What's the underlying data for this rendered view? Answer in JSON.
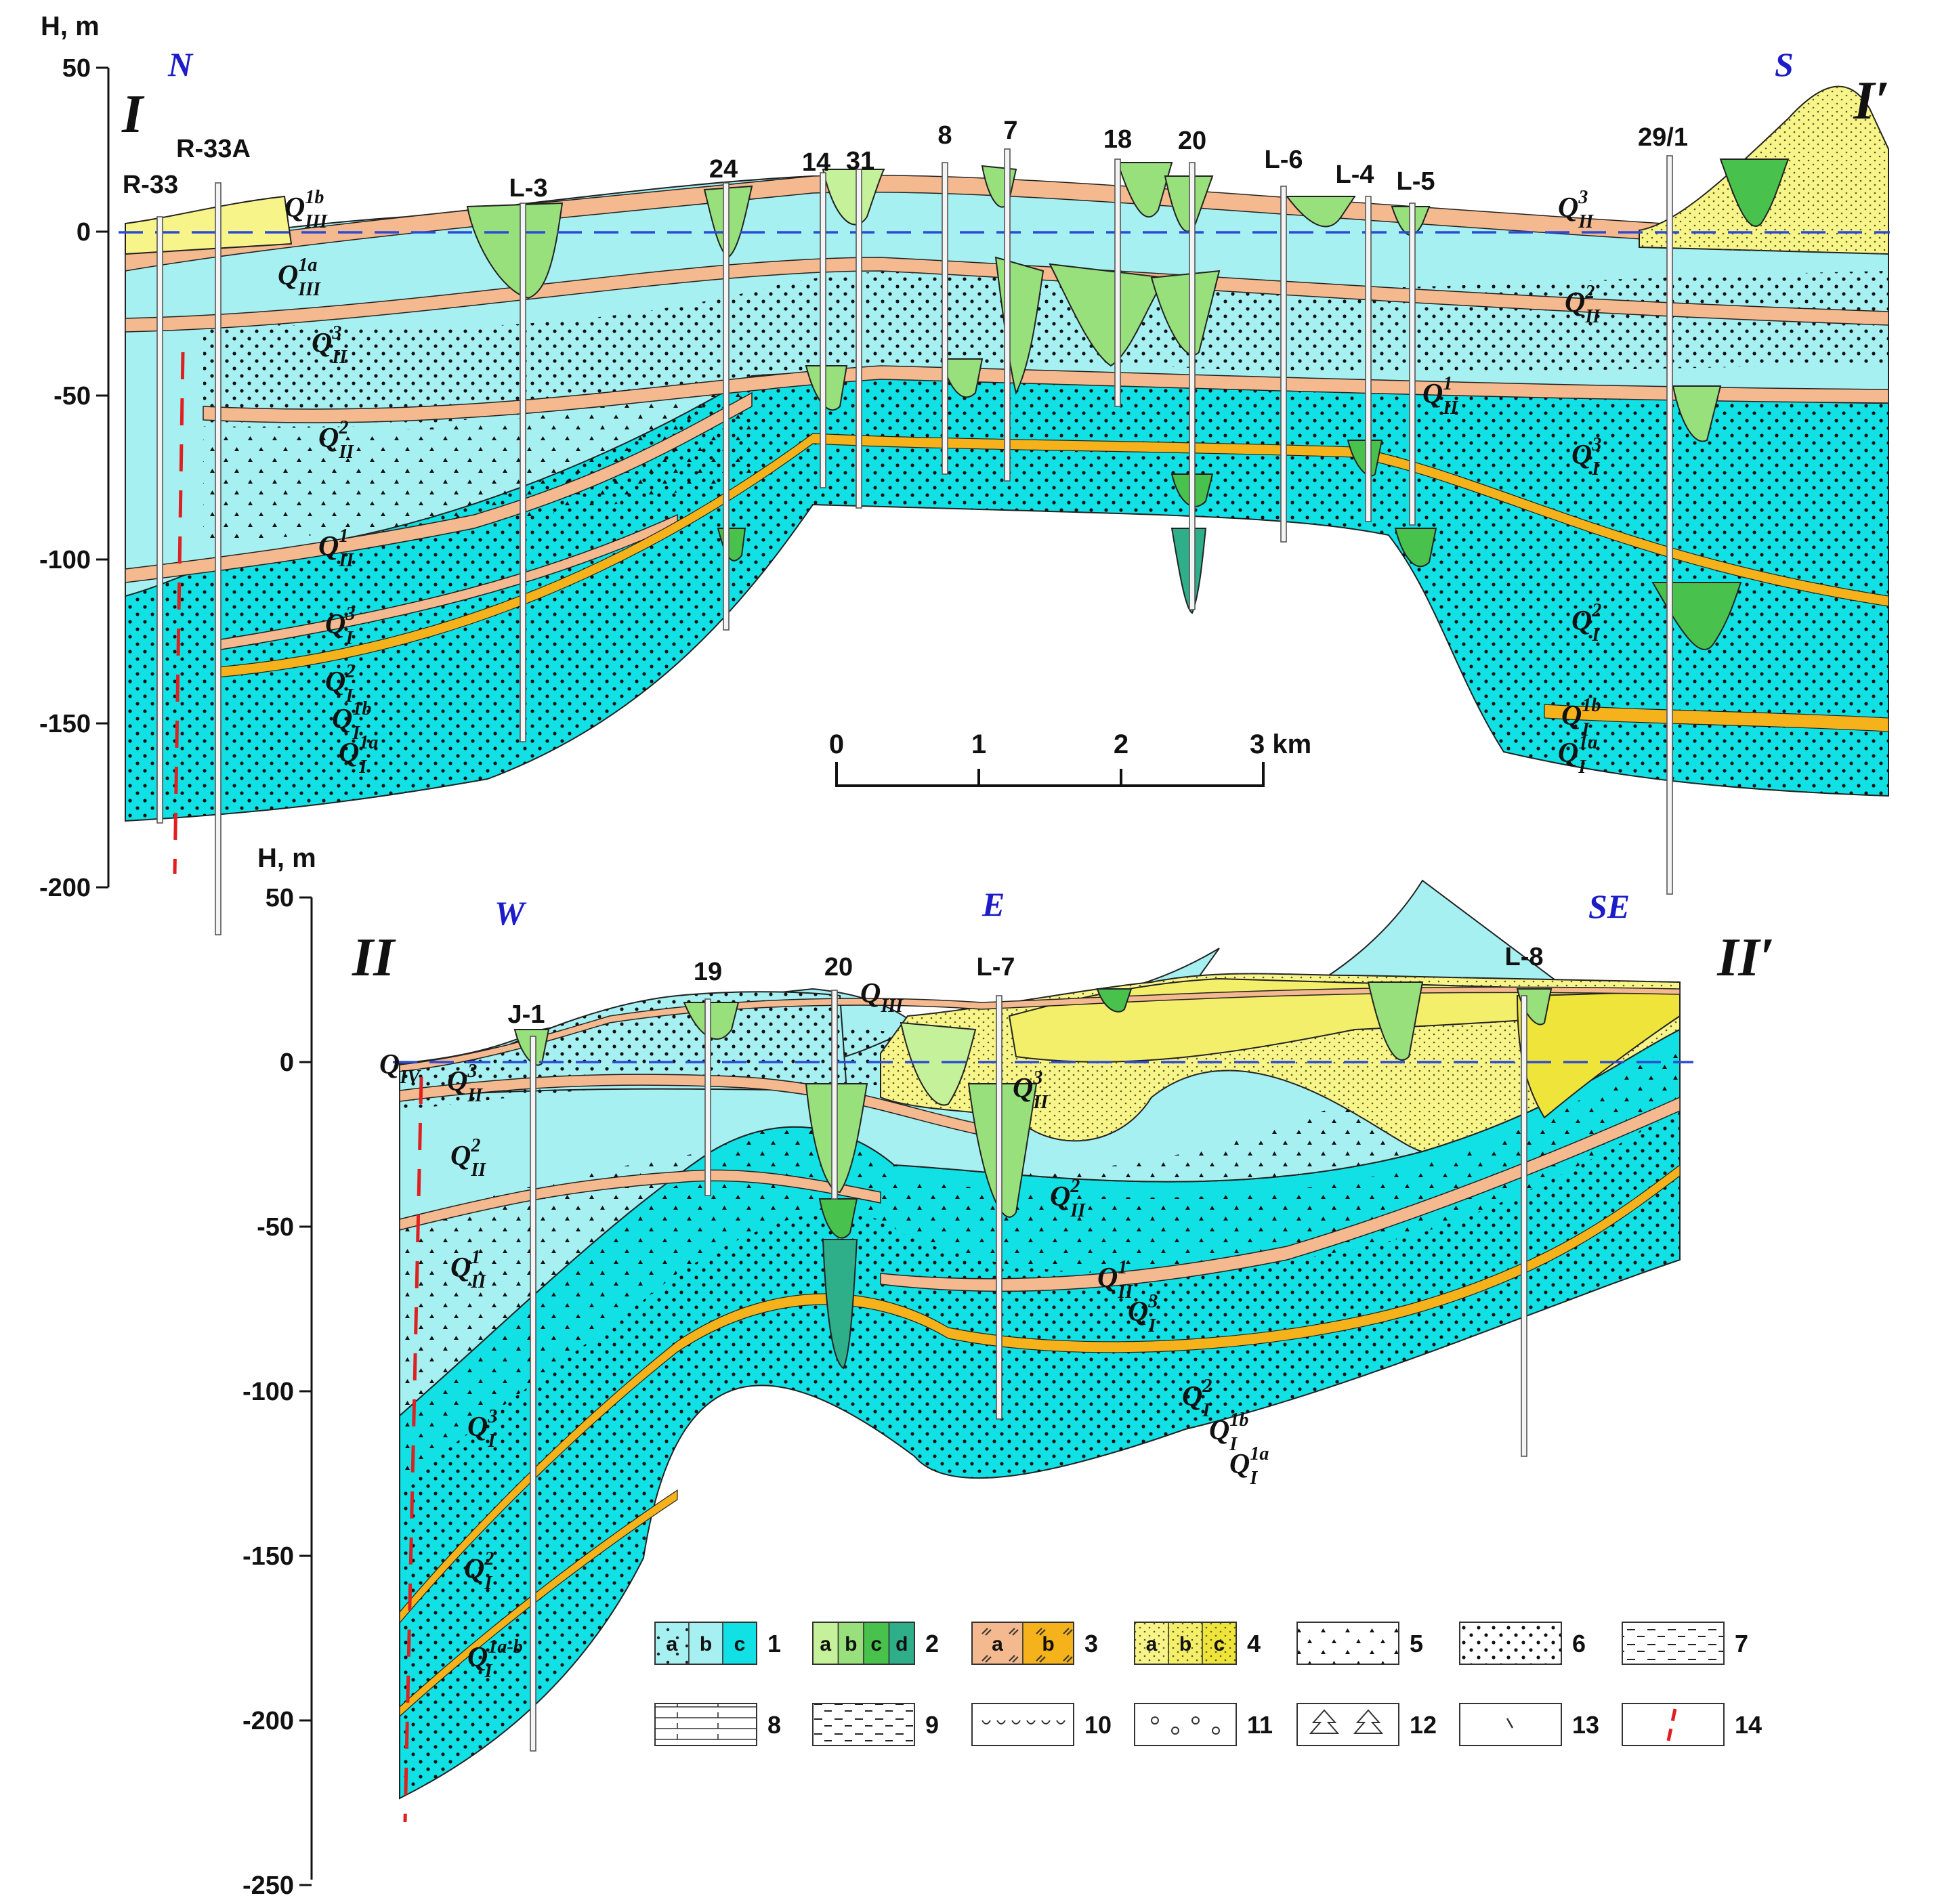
{
  "section1": {
    "label": "I",
    "label_end": "I′",
    "dir_left": "N",
    "dir_right": "S",
    "axis_title": "H, m",
    "ticks": [
      "50",
      "0",
      "-50",
      "-100",
      "-150",
      "-200"
    ],
    "wells": [
      "R-33",
      "R-33A",
      "L-3",
      "24",
      "14",
      "31",
      "8",
      "7",
      "18",
      "20",
      "L-6",
      "L-4",
      "L-5",
      "29/1"
    ],
    "units": [
      {
        "b": "Q",
        "s": "III",
        "p": "1b"
      },
      {
        "b": "Q",
        "s": "III",
        "p": "1a"
      },
      {
        "b": "Q",
        "s": "II",
        "p": "3"
      },
      {
        "b": "Q",
        "s": "II",
        "p": "2"
      },
      {
        "b": "Q",
        "s": "II",
        "p": "1"
      },
      {
        "b": "Q",
        "s": "I",
        "p": "3"
      },
      {
        "b": "Q",
        "s": "I",
        "p": "2"
      },
      {
        "b": "Q",
        "s": "I",
        "p": "1b"
      },
      {
        "b": "Q",
        "s": "I",
        "p": "1a"
      },
      {
        "b": "Q",
        "s": "I",
        "p": "1b"
      },
      {
        "b": "Q",
        "s": "I",
        "p": "1a"
      },
      {
        "b": "Q",
        "s": "II",
        "p": "3"
      },
      {
        "b": "Q",
        "s": "II",
        "p": "2"
      },
      {
        "b": "Q",
        "s": "II",
        "p": "1"
      },
      {
        "b": "Q",
        "s": "I",
        "p": "3"
      },
      {
        "b": "Q",
        "s": "I",
        "p": "2"
      },
      {
        "b": "Q",
        "s": "I",
        "p": "1b"
      },
      {
        "b": "Q",
        "s": "I",
        "p": "1a"
      }
    ]
  },
  "scale": {
    "ticks": [
      "0",
      "1",
      "2",
      "3 km"
    ]
  },
  "section2": {
    "label": "II",
    "label_end": "II′",
    "dir_left": "W",
    "dir_mid": "E",
    "dir_right": "SE",
    "axis_title": "H, m",
    "ticks": [
      "50",
      "0",
      "-50",
      "-100",
      "-150",
      "-200",
      "-250"
    ],
    "wells": [
      "J-1",
      "19",
      "20",
      "L-7",
      "L-8"
    ],
    "units": [
      {
        "b": "Q",
        "s": "IV",
        "p": ""
      },
      {
        "b": "Q",
        "s": "II",
        "p": "3"
      },
      {
        "b": "Q",
        "s": "II",
        "p": "2"
      },
      {
        "b": "Q",
        "s": "II",
        "p": "1"
      },
      {
        "b": "Q",
        "s": "I",
        "p": "3"
      },
      {
        "b": "Q",
        "s": "I",
        "p": "2"
      },
      {
        "b": "Q",
        "s": "I",
        "p": "1a-b"
      },
      {
        "b": "Q",
        "s": "III",
        "p": ""
      },
      {
        "b": "Q",
        "s": "II",
        "p": "3"
      },
      {
        "b": "Q",
        "s": "II",
        "p": "2"
      },
      {
        "b": "Q",
        "s": "II",
        "p": "1"
      },
      {
        "b": "Q",
        "s": "I",
        "p": "3"
      },
      {
        "b": "Q",
        "s": "I",
        "p": "2"
      },
      {
        "b": "Q",
        "s": "I",
        "p": "1b"
      },
      {
        "b": "Q",
        "s": "I",
        "p": "1a"
      }
    ]
  },
  "legend": [
    {
      "num": "1",
      "subs": [
        "a",
        "b",
        "c"
      ]
    },
    {
      "num": "2",
      "subs": [
        "a",
        "b",
        "c",
        "d"
      ]
    },
    {
      "num": "3",
      "subs": [
        "a",
        "b"
      ]
    },
    {
      "num": "4",
      "subs": [
        "a",
        "b",
        "c"
      ]
    },
    {
      "num": "5",
      "subs": []
    },
    {
      "num": "6",
      "subs": []
    },
    {
      "num": "7",
      "subs": []
    },
    {
      "num": "8",
      "subs": []
    },
    {
      "num": "9",
      "subs": []
    },
    {
      "num": "10",
      "subs": []
    },
    {
      "num": "11",
      "subs": []
    },
    {
      "num": "12",
      "subs": []
    },
    {
      "num": "13",
      "subs": []
    },
    {
      "num": "14",
      "subs": []
    }
  ],
  "colors": {
    "marine_light": "#a6f0f2",
    "marine": "#11e0e4",
    "valley_a": "#c4f19a",
    "valley_b": "#98e07c",
    "valley_c": "#48c24c",
    "valley_d": "#2fae8a",
    "paleosol_a": "#f4b98e",
    "paleosol_b": "#f5b21a",
    "eolian_a": "#f7f48a",
    "eolian_b": "#f3ef6a",
    "eolian_c": "#efe53a",
    "sea_level": "#2b4bd6",
    "fault": "#e02020"
  }
}
